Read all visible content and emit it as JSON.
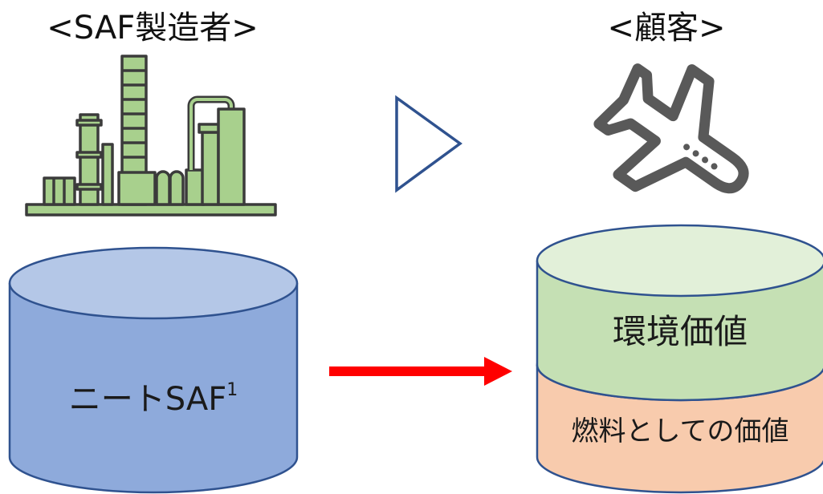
{
  "labels": {
    "producer": "<SAF製造者>",
    "customer": "<顧客>"
  },
  "icons": {
    "producer": "factory-icon",
    "customer": "airplane-icon",
    "direction": "play-triangle-icon",
    "flow": "right-arrow-icon"
  },
  "left_cylinder": {
    "label": "ニートSAF",
    "superscript": "1"
  },
  "right_cylinder": {
    "top_label": "環境価値",
    "bottom_label": "燃料としての価値"
  },
  "colors": {
    "factory_fill": "#a8d08d",
    "factory_stroke": "#3b3b3b",
    "left_cylinder_body": "#8eaadb",
    "left_cylinder_top": "#b4c7e7",
    "right_top_body": "#c5e0b4",
    "right_top_cap": "#e2f0d9",
    "right_bottom_body": "#f8cbad",
    "cylinder_stroke": "#2f528f",
    "triangle_stroke": "#2f528f",
    "arrow": "#ff0000",
    "airplane": "#595959"
  }
}
